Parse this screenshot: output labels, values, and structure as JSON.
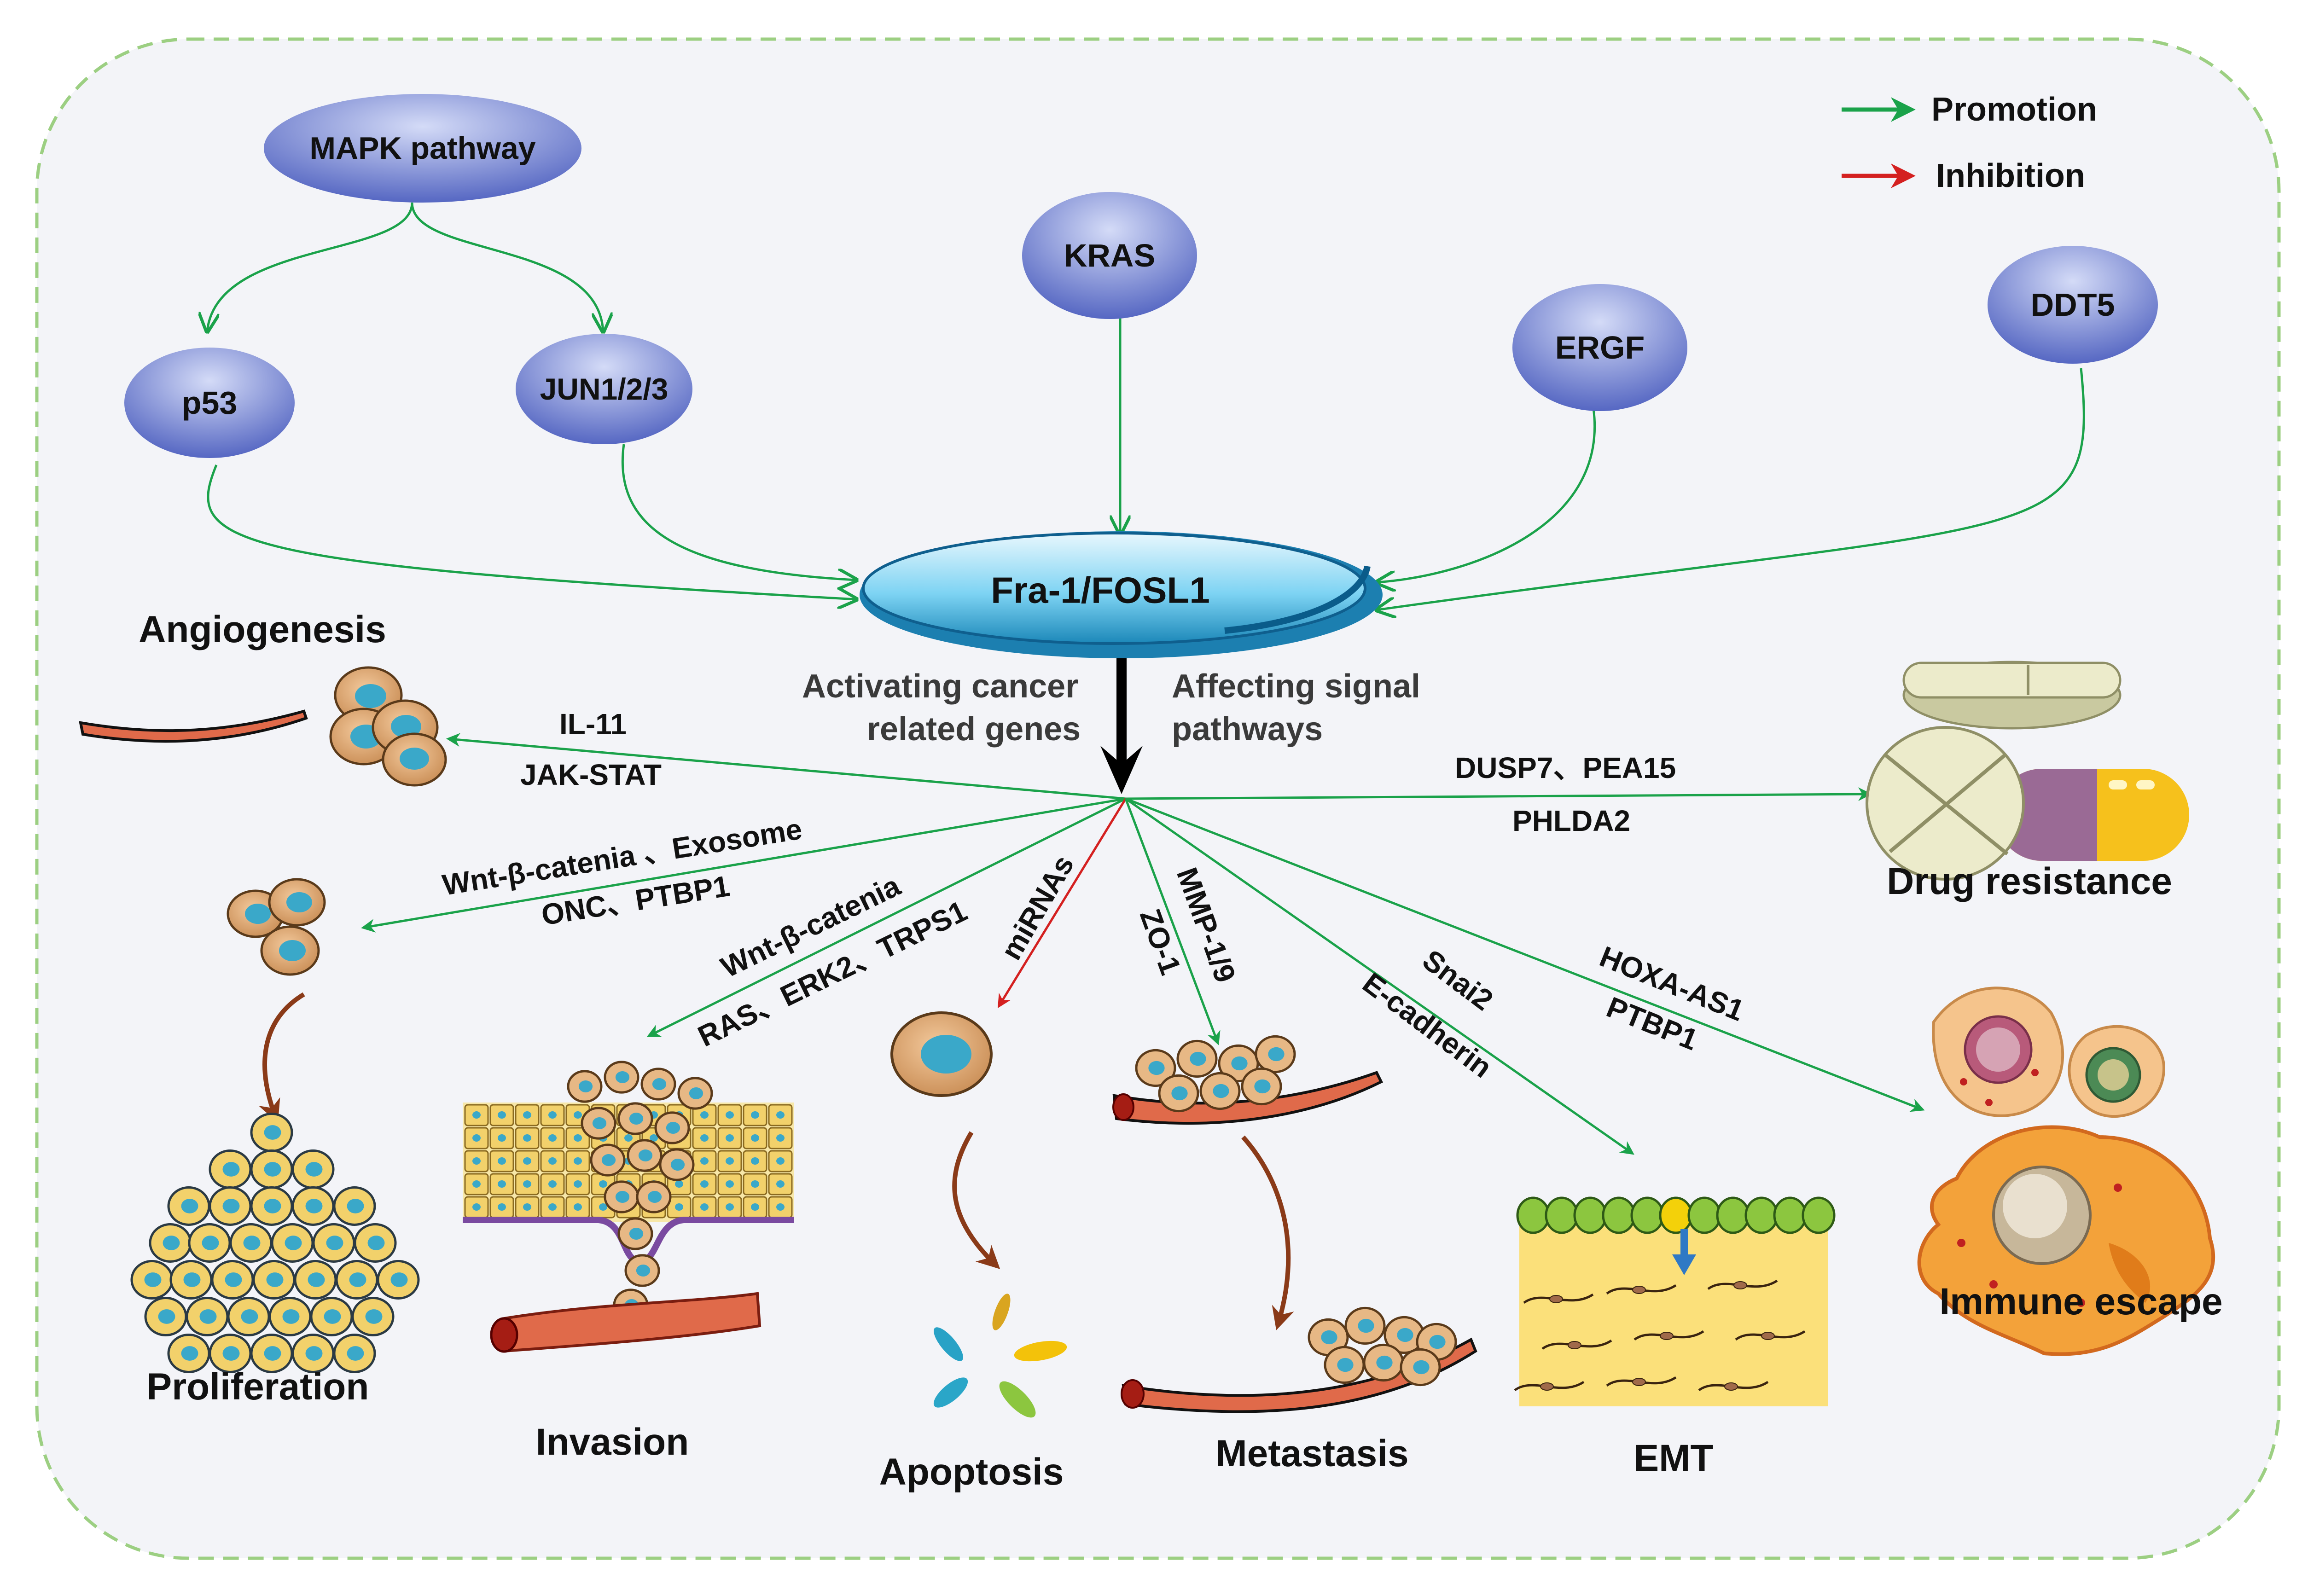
{
  "colors": {
    "promotion": "#1aa24a",
    "inhibition": "#d42020",
    "node_fill_light": "#c3ccf1",
    "node_fill_dark": "#4d5fbf",
    "center_fill": "#6ecdf2",
    "border": "#9ccf82",
    "background": "#f3f4f8",
    "cell_body": "#f2d16b",
    "cell_nucleus": "#3aa8c9",
    "cluster_cell": "#e7b885",
    "vessel": "#e06a4a"
  },
  "legend": {
    "promotion": "Promotion",
    "inhibition": "Inhibition"
  },
  "nodes": {
    "mapk": "MAPK pathway",
    "p53": "p53",
    "jun": "JUN1/2/3",
    "kras": "KRAS",
    "ergf": "ERGF",
    "ddt5": "DDT5",
    "center": "Fra-1/FOSL1"
  },
  "center_notes": {
    "left_line1": "Activating cancer",
    "left_line2": "related genes",
    "right_line1": "Affecting  signal",
    "right_line2": "pathways"
  },
  "edge_labels": {
    "il11": "IL-11",
    "jakstat": "JAK-STAT",
    "wnt_exosome": "Wnt-β-catenia 、Exosome",
    "onc_ptbp1": "ONC、PTBP1",
    "wnt2": "Wnt-β-catenia",
    "ras_erk2": "RAS、ERK2、TRPS1",
    "mirnas": "miRNAs",
    "mmp": "MMP-1/9",
    "zo1": "ZO-1",
    "snai2": "Snai2",
    "ecadherin": "E-cadherin",
    "hoxa": "HOXA-AS1",
    "ptbp1": "PTBP1",
    "dusp7": "DUSP7、PEA15",
    "phlda2": "PHLDA2"
  },
  "outcomes": {
    "angiogenesis": "Angiogenesis",
    "proliferation": "Proliferation",
    "invasion": "Invasion",
    "apoptosis": "Apoptosis",
    "metastasis": "Metastasis",
    "emt": "EMT",
    "immune": "Immune escape",
    "drug": "Drug resistance"
  }
}
